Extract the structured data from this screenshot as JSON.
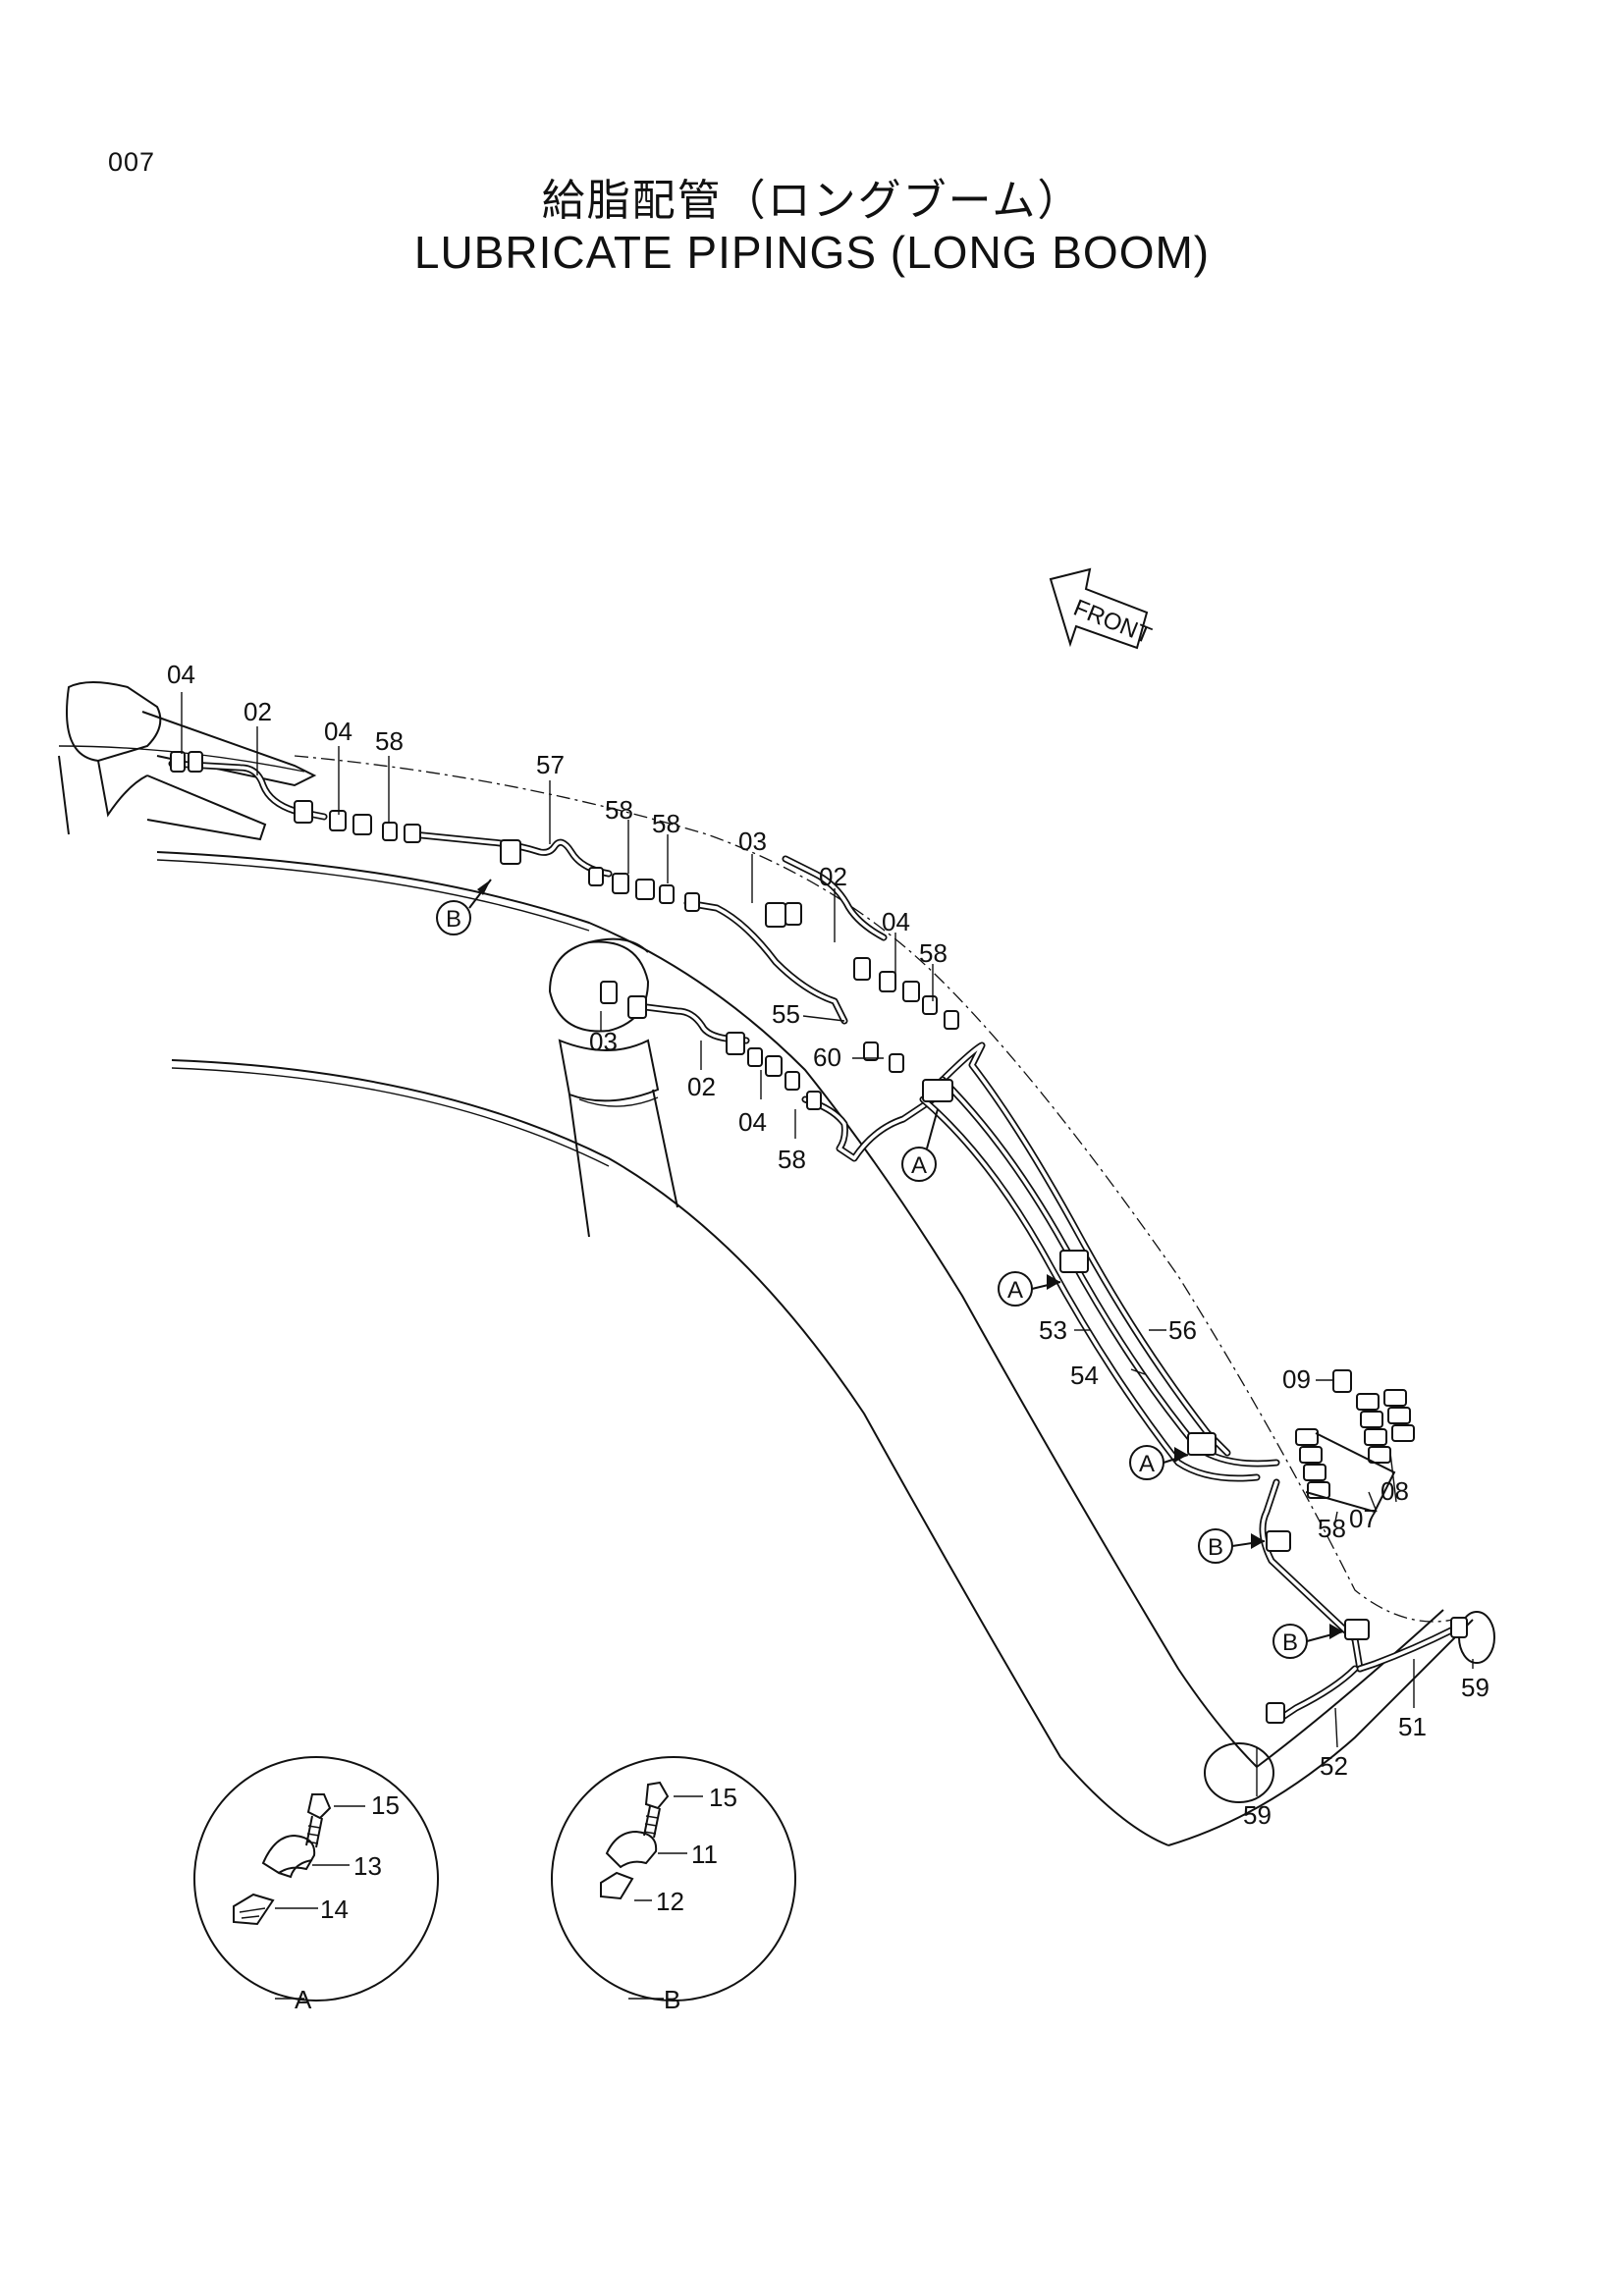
{
  "page_number": "007",
  "title_jp": "給脂配管（ロングブーム）",
  "title_en": "LUBRICATE PIPINGS (LONG BOOM)",
  "front_label": "FRONT",
  "labels": {
    "l04a": "04",
    "l02a": "02",
    "l04b": "04",
    "l58a": "58",
    "l57": "57",
    "l58b": "58",
    "l58c": "58",
    "l03a": "03",
    "l02b": "02",
    "l04c": "04",
    "l58d": "58",
    "l55": "55",
    "l60": "60",
    "l03b": "03",
    "l02c": "02",
    "l04d": "04",
    "l58e": "58",
    "l53": "53",
    "l56": "56",
    "l54": "54",
    "l09": "09",
    "l08": "08",
    "l07": "07",
    "l58f": "58",
    "l59a": "59",
    "l51": "51",
    "l52": "52",
    "l59b": "59"
  },
  "callouts": {
    "b1": "B",
    "a1": "A",
    "a2": "A",
    "a3": "A",
    "b2": "B",
    "b3": "B"
  },
  "detail_a": {
    "caption": "A",
    "l15": "15",
    "l13": "13",
    "l14": "14"
  },
  "detail_b": {
    "caption": "B",
    "l15": "15",
    "l11": "11",
    "l12": "12"
  }
}
